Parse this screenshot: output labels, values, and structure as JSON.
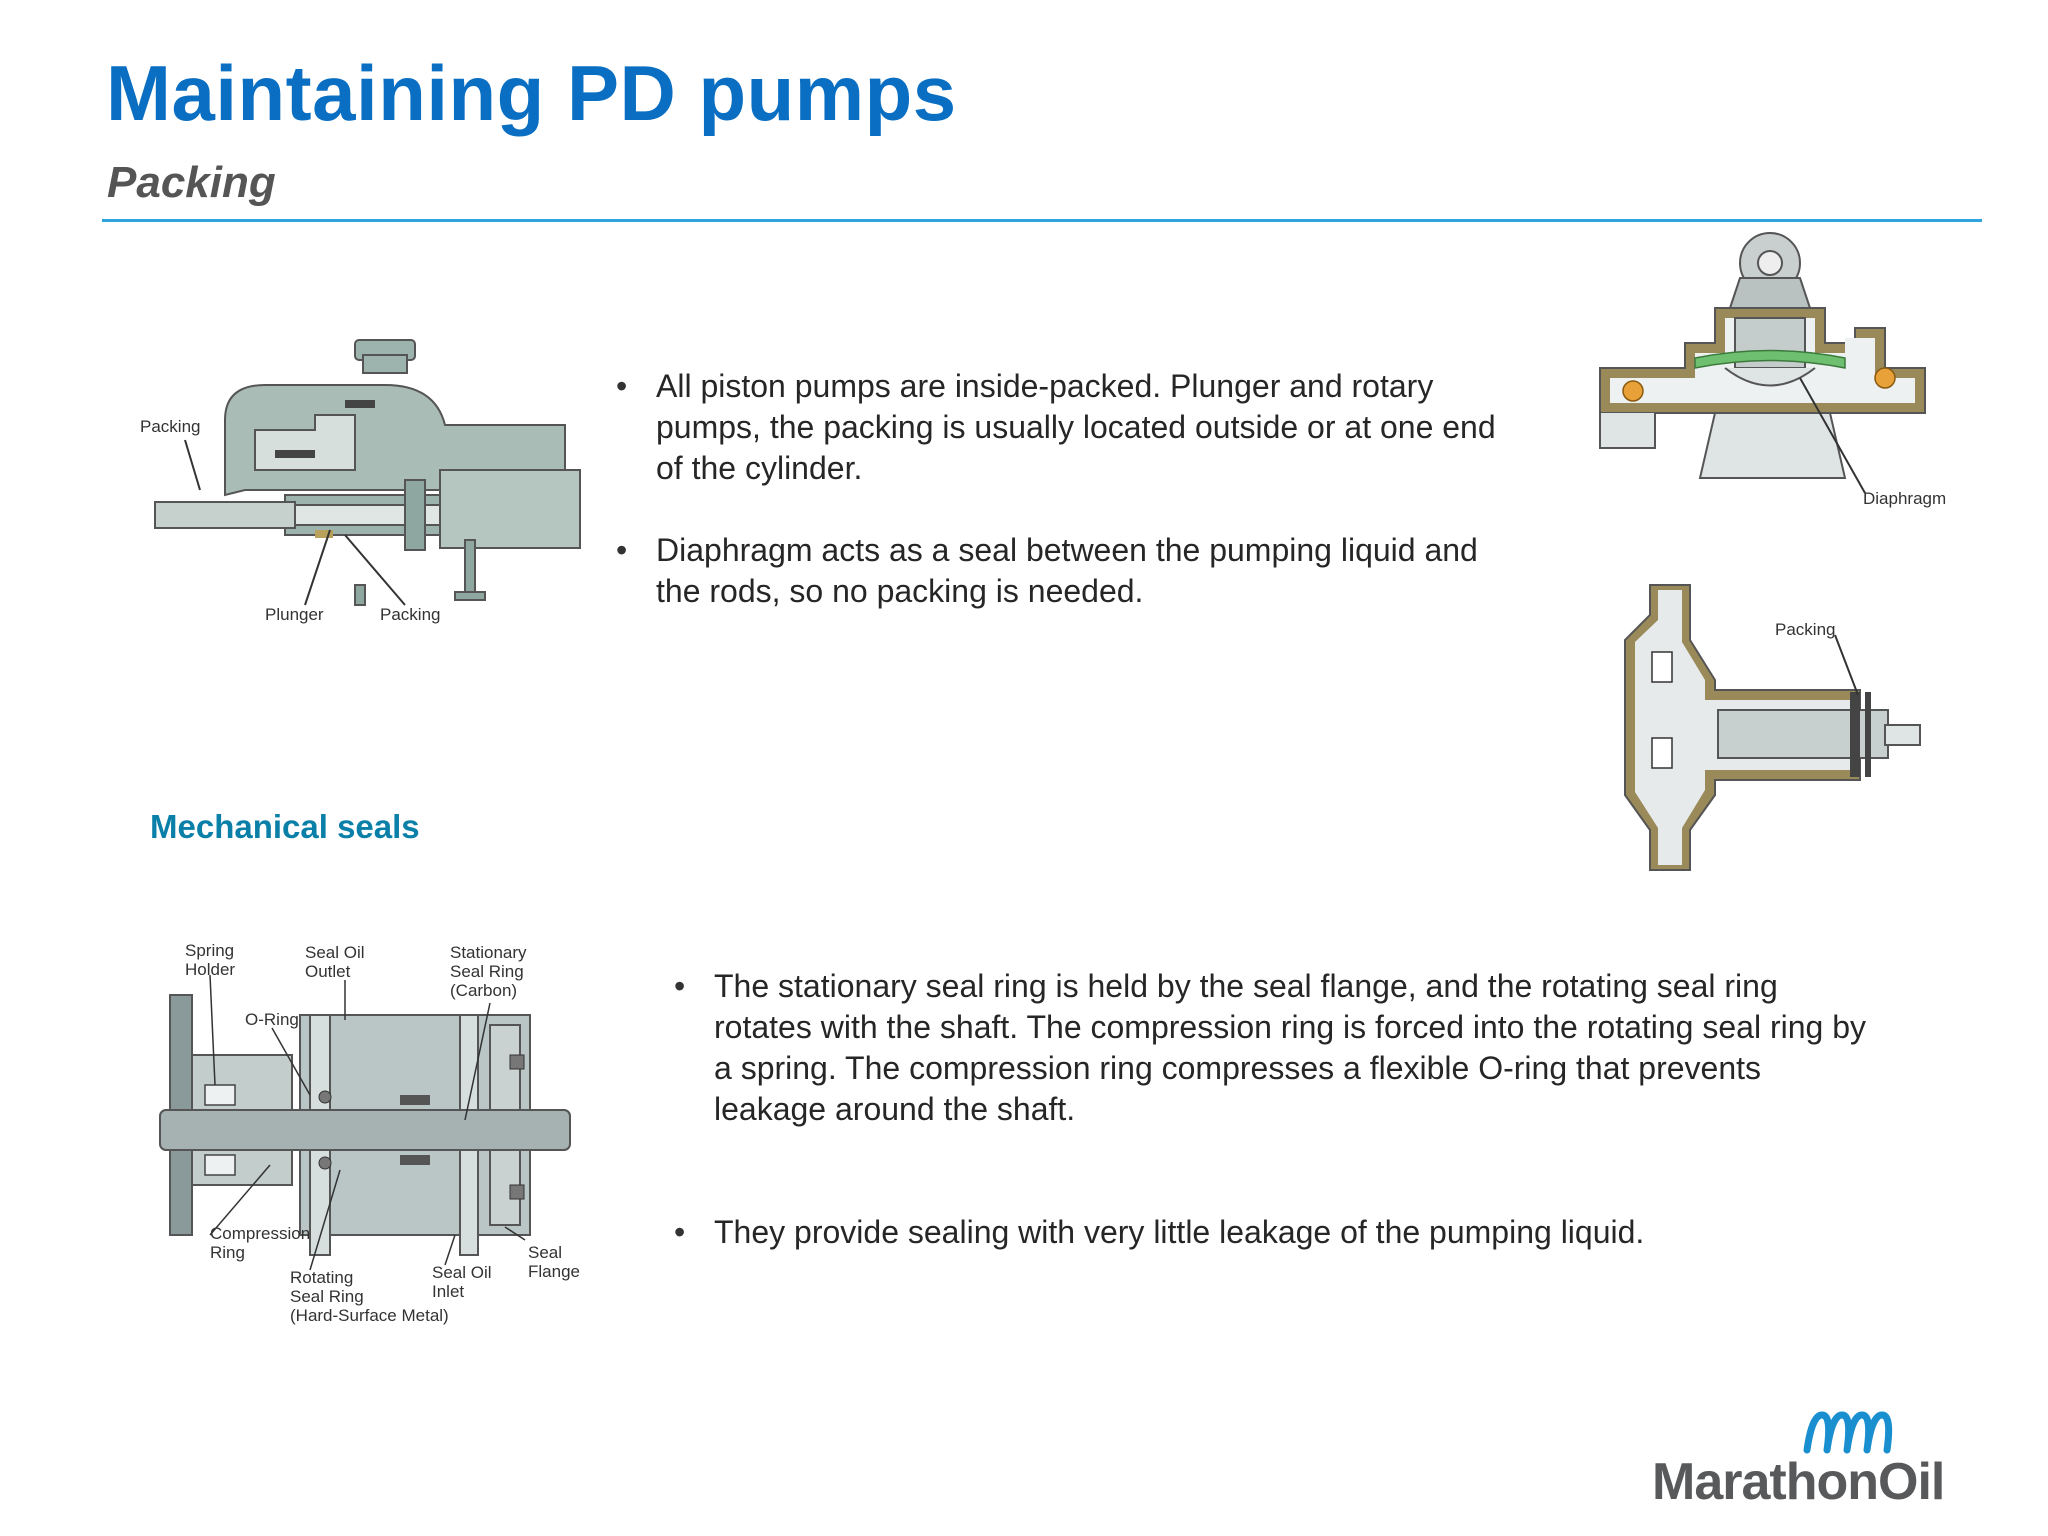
{
  "slide": {
    "title": "Maintaining PD pumps",
    "subtitle": "Packing",
    "section_label": "Mechanical seals"
  },
  "packing_bullets": [
    "All piston pumps are inside-packed. Plunger and rotary pumps, the packing is usually located outside or at one end of the cylinder.",
    "Diaphragm acts as a seal between the pumping liquid and the rods, so no packing is needed."
  ],
  "seal_bullets": [
    "The stationary seal ring is held by the seal flange, and the rotating seal ring rotates with the shaft.  The compression ring is forced into the rotating seal ring by a spring.  The compression ring compresses a flexible O-ring that prevents leakage around the shaft.",
    "They provide sealing with very little leakage of the pumping liquid."
  ],
  "figures": {
    "piston_pump": {
      "labels": {
        "packing_top": "Packing",
        "plunger": "Plunger",
        "packing_bottom": "Packing"
      }
    },
    "diaphragm_pump": {
      "labels": {
        "diaphragm": "Diaphragm"
      }
    },
    "packed_pump": {
      "labels": {
        "packing": "Packing"
      }
    },
    "mechanical_seal": {
      "labels": {
        "spring_holder_1": "Spring",
        "spring_holder_2": "Holder",
        "seal_oil_outlet_1": "Seal Oil",
        "seal_oil_outlet_2": "Outlet",
        "stationary_1": "Stationary",
        "stationary_2": "Seal Ring",
        "stationary_3": "(Carbon)",
        "o_ring": "O-Ring",
        "compression_1": "Compression",
        "compression_2": "Ring",
        "rotating_1": "Rotating",
        "rotating_2": "Seal Ring",
        "rotating_3": "(Hard-Surface Metal)",
        "seal_oil_inlet_1": "Seal Oil",
        "seal_oil_inlet_2": "Inlet",
        "seal_flange_1": "Seal",
        "seal_flange_2": "Flange"
      }
    }
  },
  "logo": {
    "text": "MarathonOil",
    "colors": {
      "wave": "#1a8fd0",
      "text": "#58595b"
    }
  }
}
